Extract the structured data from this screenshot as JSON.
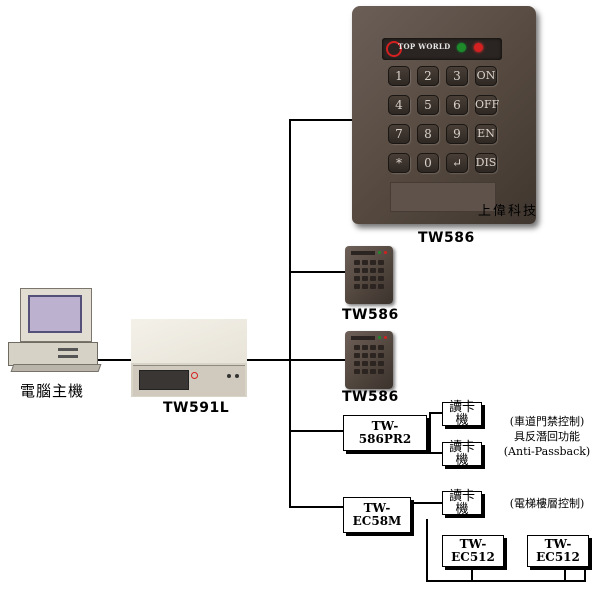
{
  "diagram": {
    "reader_big": {
      "brand": "TOP WORLD",
      "keys": [
        "1",
        "2",
        "3",
        "ON",
        "4",
        "5",
        "6",
        "OFF",
        "7",
        "8",
        "9",
        "EN",
        "*",
        "0",
        "↵",
        "DIS"
      ],
      "company": "上偉科技",
      "label": "TW586"
    },
    "reader_small_1": {
      "label": "TW586"
    },
    "reader_small_2": {
      "label": "TW586"
    },
    "computer": {
      "label": "電腦主機"
    },
    "controller": {
      "label": "TW591L"
    },
    "pr2": {
      "line1": "TW-",
      "line2": "586PR2",
      "reader_a": "讀卡機",
      "reader_b": "讀卡機",
      "note_line1": "(車道門禁控制)",
      "note_line2": "具反潛回功能",
      "note_line3": "(Anti-Passback)"
    },
    "ec58m": {
      "line1": "TW-",
      "line2": "EC58M",
      "reader": "讀卡機",
      "note": "(電梯樓層控制)"
    },
    "ec512_a": {
      "line1": "TW-",
      "line2": "EC512"
    },
    "ec512_b": {
      "line1": "TW-",
      "line2": "EC512"
    }
  },
  "colors": {
    "reader_body": "#5a4e46",
    "led_green": "#1f8a2a",
    "led_red": "#d42020",
    "logo_red": "#d42020"
  }
}
